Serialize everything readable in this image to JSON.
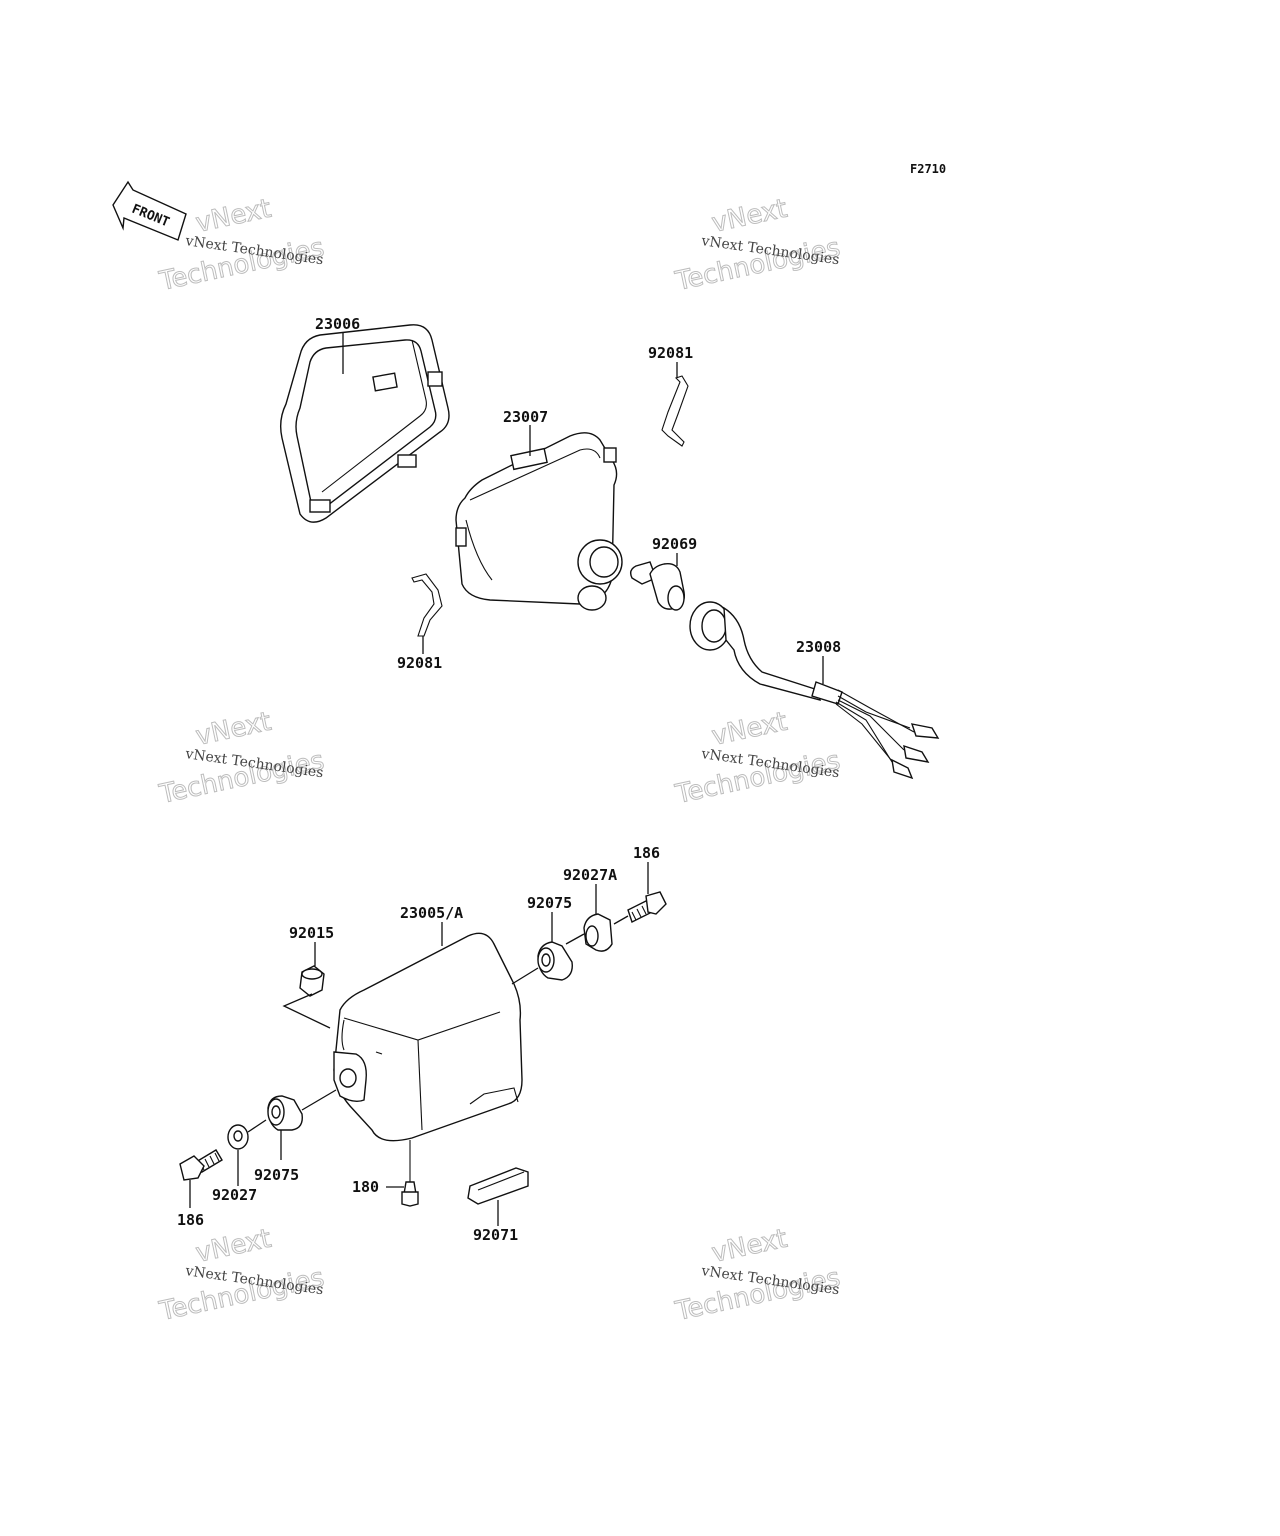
{
  "figure_code": "F2710",
  "front_arrow_label": "FRONT",
  "watermark": {
    "line_small": "vNext Technologies",
    "line_big_1": "vNext",
    "line_big_2": "Technologies"
  },
  "parts": {
    "p23006": "23006",
    "p23007": "23007",
    "p92081_top": "92081",
    "p92081_left": "92081",
    "p92069": "92069",
    "p23008": "23008",
    "p186_top": "186",
    "p92027A": "92027A",
    "p92075_top": "92075",
    "p23005A": "23005/A",
    "p92015": "92015",
    "p92075_bottom": "92075",
    "p92027": "92027",
    "p186_bottom": "186",
    "p180": "180",
    "p92071": "92071"
  }
}
